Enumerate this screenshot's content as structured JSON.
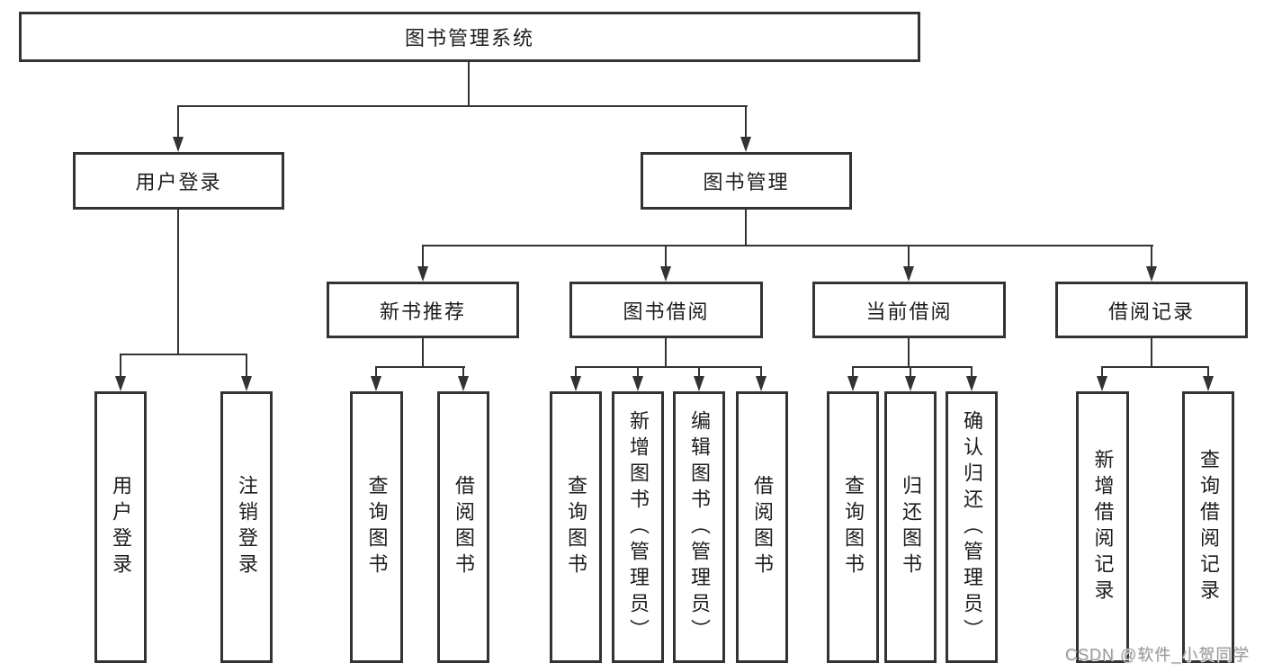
{
  "diagram_title": "图书管理系统",
  "tree": {
    "label": "图书管理系统",
    "children": [
      {
        "label": "用户登录",
        "children": [
          {
            "label": "用户登录"
          },
          {
            "label": "注销登录"
          }
        ]
      },
      {
        "label": "图书管理",
        "children": [
          {
            "label": "新书推荐",
            "children": [
              {
                "label": "查询图书"
              },
              {
                "label": "借阅图书"
              }
            ]
          },
          {
            "label": "图书借阅",
            "children": [
              {
                "label": "查询图书"
              },
              {
                "label": "新增图书（管理员）"
              },
              {
                "label": "编辑图书（管理员）"
              },
              {
                "label": "借阅图书"
              }
            ]
          },
          {
            "label": "当前借阅",
            "children": [
              {
                "label": "查询图书"
              },
              {
                "label": "归还图书"
              },
              {
                "label": "确认归还（管理员）"
              }
            ]
          },
          {
            "label": "借阅记录",
            "children": [
              {
                "label": "新增借阅记录"
              },
              {
                "label": "查询借阅记录"
              }
            ]
          }
        ]
      }
    ]
  },
  "watermark": {
    "text": "CSDN @软件_小贺同学"
  },
  "colors": {
    "line": "#333333",
    "text": "#1d1d1d",
    "box_background": "#ffffff",
    "watermark": "#9a9a9a",
    "page_background": "#ffffff"
  }
}
